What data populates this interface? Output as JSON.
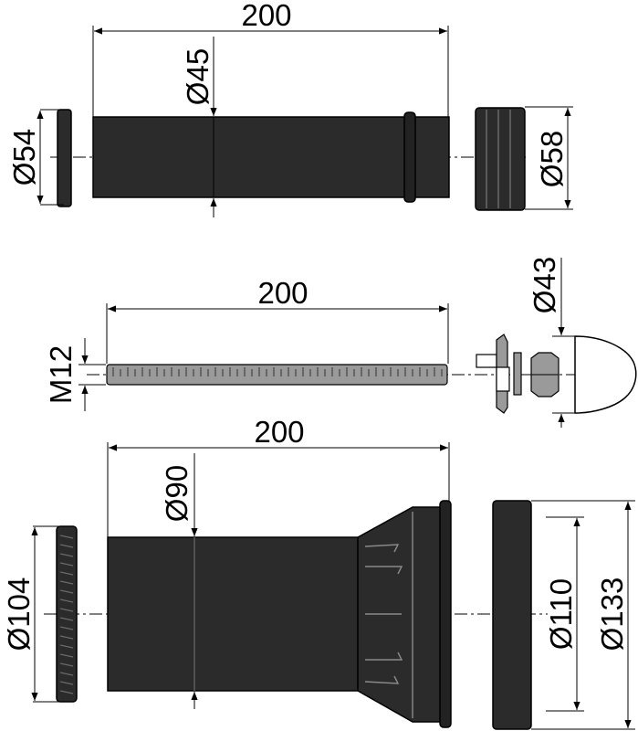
{
  "colors": {
    "part_fill": "#2b2b2b",
    "thread_fill": "#9a9a9a",
    "line": "#000000",
    "background": "#ffffff"
  },
  "dimensions": {
    "top": {
      "length": "200",
      "pipe_diameter": "Ø45",
      "cap_diameter": "Ø54",
      "seal_diameter": "Ø58"
    },
    "middle": {
      "length": "200",
      "thread": "M12",
      "cover_diameter": "Ø43"
    },
    "bottom": {
      "length": "200",
      "pipe_diameter": "Ø90",
      "ring_diameter": "Ø104",
      "sleeve_inner_diameter": "Ø110",
      "sleeve_outer_diameter": "Ø133"
    }
  }
}
